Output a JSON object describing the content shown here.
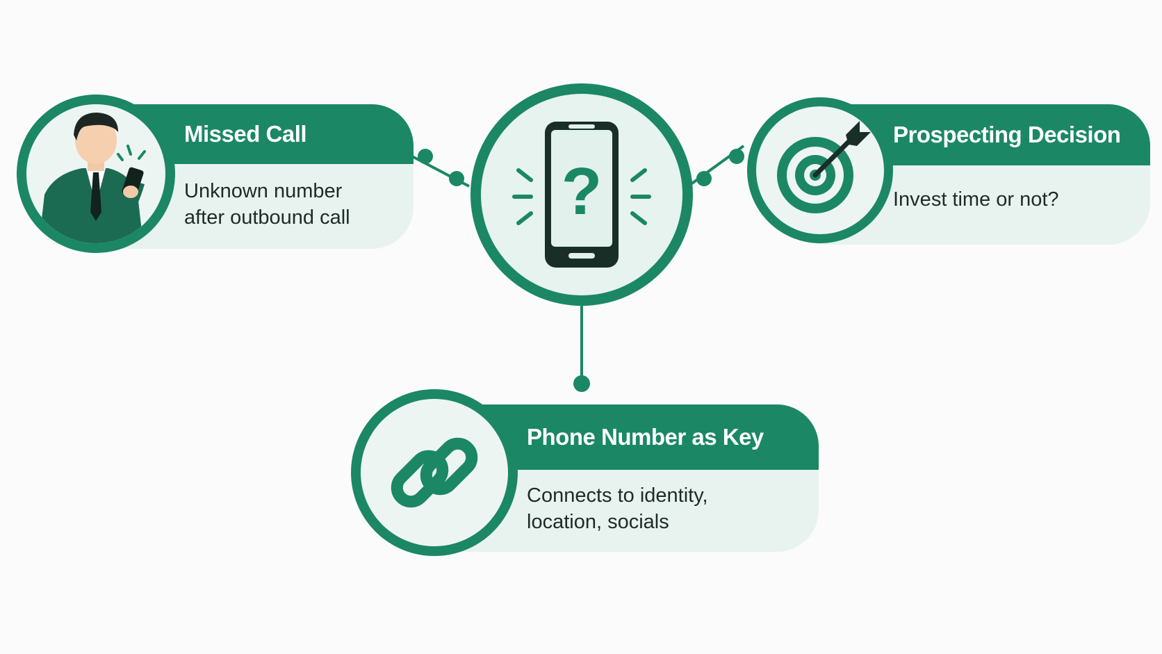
{
  "colors": {
    "primary": "#1b8765",
    "pill_background": "#e8f3ef",
    "disc_background": "#edf5f2",
    "dark": "#1a2e28",
    "page": "#fafbfa"
  },
  "hub": {
    "icon": "phone-question-icon"
  },
  "nodes": [
    {
      "id": "missed-call",
      "title": "Missed Call",
      "lines": [
        "Unknown number",
        "after outbound call"
      ],
      "icon": "man-checking-phone-icon"
    },
    {
      "id": "prospecting-decision",
      "title": "Prospecting Decision",
      "lines": [
        "Invest time or not?"
      ],
      "icon": "target-arrow-icon"
    },
    {
      "id": "phone-number-key",
      "title": "Phone Number as Key",
      "lines": [
        "Connects to identity,",
        "location, socials"
      ],
      "icon": "chain-link-icon"
    }
  ]
}
